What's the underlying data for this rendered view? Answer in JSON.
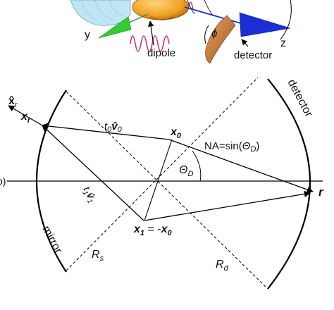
{
  "top_panel": {
    "axis_y": "y",
    "axis_z": "z",
    "angle_phi": "ϕ",
    "dipole_label": "dipole",
    "detector_label": "detector"
  },
  "bottom_panel": {
    "panel_tag": "b)",
    "xr_hat": "x̂",
    "xr_hat_sub": "r",
    "xr": "x",
    "xr_sub": "r",
    "t0v0_t": "t",
    "t0v0_t_sub": "0",
    "t0v0_v": "v̂",
    "t0v0_v_sub": "0",
    "x0": "x",
    "x0_sub": "0",
    "na_prefix": "NA=sin(",
    "na_theta": "Θ",
    "na_theta_sub": "D",
    "na_suffix": ")",
    "theta_d": "Θ",
    "theta_d_sub": "D",
    "r_label": "r",
    "t1v1_t": "t",
    "t1v1_t_sub": "1",
    "t1v1_v": "v̂",
    "t1v1_v_sub": "1",
    "x1_a": "x",
    "x1_a_sub": "1",
    "x1_eq": " = -",
    "x1_b": "x",
    "x1_b_sub": "0",
    "mirror_label": "mirror",
    "detector_label": "detector",
    "rs": "R",
    "rs_sub": "s",
    "rd": "R",
    "rd_sub": "d"
  },
  "colors": {
    "dipole_body": "#f0a020",
    "lobe_cyan": "#bfe6f2",
    "green_arrow": "#33cc33",
    "blue_arrow": "#1a2fd6",
    "detector_brown": "#c8782a",
    "magenta_wave": "#d0307a"
  }
}
